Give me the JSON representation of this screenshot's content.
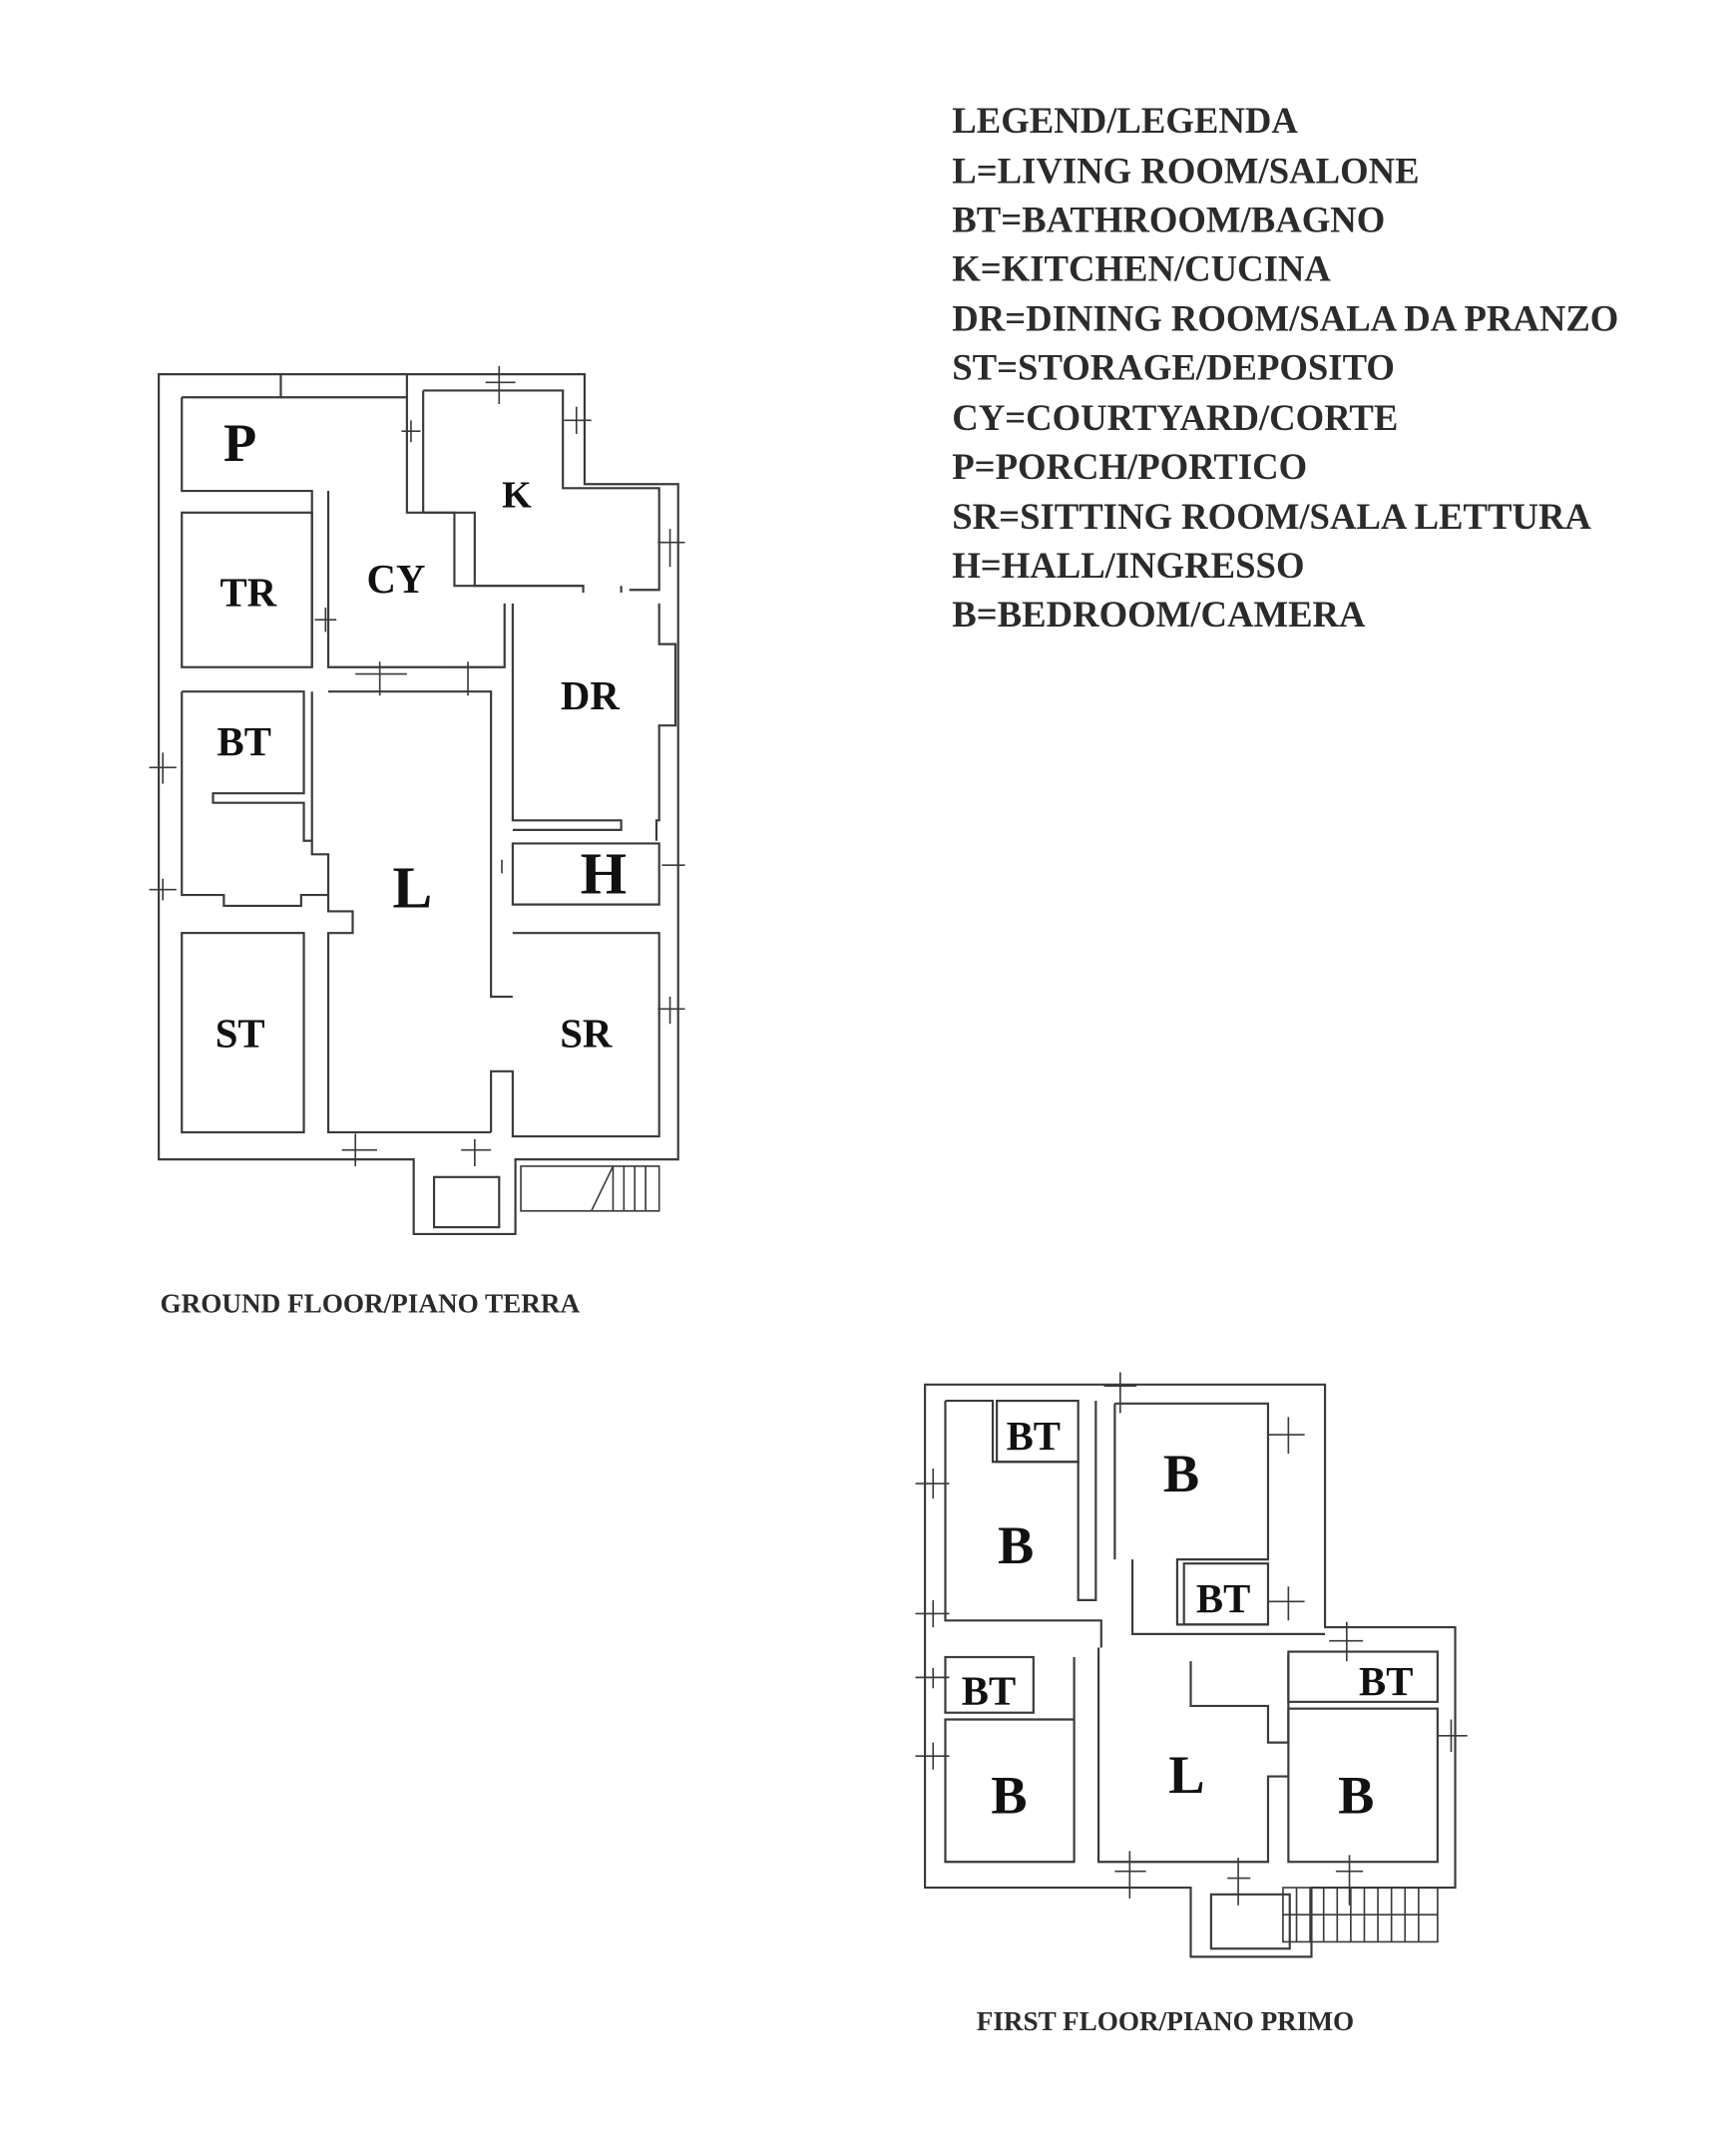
{
  "legend": {
    "title": "LEGEND/LEGENDA",
    "items": [
      "L=LIVING ROOM/SALONE",
      "BT=BATHROOM/BAGNO",
      "K=KITCHEN/CUCINA",
      "DR=DINING ROOM/SALA DA PRANZO",
      "ST=STORAGE/DEPOSITO",
      "CY=COURTYARD/CORTE",
      "P=PORCH/PORTICO",
      "SR=SITTING ROOM/SALA LETTURA",
      "H=HALL/INGRESSO",
      "B=BEDROOM/CAMERA"
    ]
  },
  "ground_floor": {
    "caption": "GROUND FLOOR/PIANO TERRA",
    "rooms": {
      "p": "P",
      "k": "K",
      "tr": "TR",
      "cy": "CY",
      "dr": "DR",
      "bt": "BT",
      "l": "L",
      "h": "H",
      "st": "ST",
      "sr": "SR"
    }
  },
  "first_floor": {
    "caption": "FIRST FLOOR/PIANO PRIMO",
    "rooms": {
      "bt1": "BT",
      "b1": "B",
      "b2": "B",
      "bt2": "BT",
      "bt3": "BT",
      "bt4": "BT",
      "b3": "B",
      "l": "L",
      "b4": "B"
    }
  }
}
